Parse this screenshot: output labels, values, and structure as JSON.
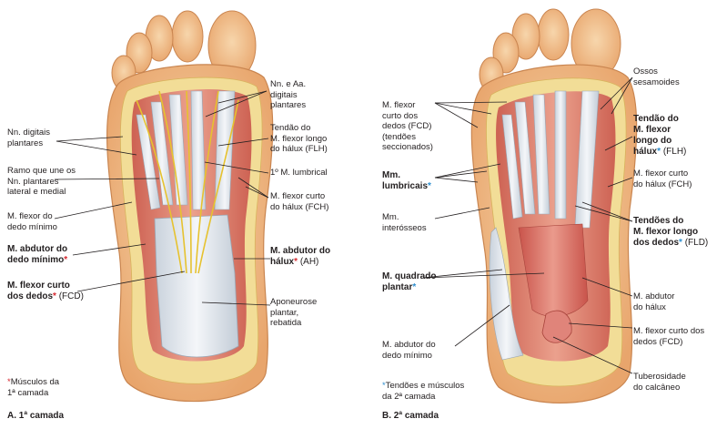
{
  "panel_a": {
    "caption": "A. 1ª camada",
    "labels": {
      "nn_aa_digitais": [
        "Nn. e Aa.",
        "digitais",
        "plantares"
      ],
      "nn_digitais": [
        "Nn. digitais",
        "plantares"
      ],
      "ramo": [
        "Ramo que une os",
        "Nn. plantares",
        "lateral e medial"
      ],
      "m_flexor_dedo_minimo": [
        "M. flexor do",
        "dedo mínimo"
      ],
      "m_abdutor_dedo_minimo": [
        "M. abdutor do",
        "dedo mínimo"
      ],
      "m_flexor_curto_dedos_1": "M. flexor curto",
      "m_flexor_curto_dedos_2": "dos dedos",
      "m_flexor_curto_dedos_abbr": "(FCD)",
      "tendao_flh": [
        "Tendão do",
        "M. flexor longo",
        "do hálux (FLH)"
      ],
      "lumbrical": "1º M. lumbrical",
      "fch": [
        "M. flexor curto",
        "do hálux (FCH)"
      ],
      "m_abdutor_halux_1": "M. abdutor do",
      "m_abdutor_halux_2": "hálux",
      "m_abdutor_halux_abbr": "(AH)",
      "aponeurose": [
        "Aponeurose",
        "plantar,",
        "rebatida"
      ]
    },
    "legend_star": "*",
    "legend_text": [
      "Músculos da",
      "1ª camada"
    ]
  },
  "panel_b": {
    "caption": "B. 2ª camada",
    "labels": {
      "ossos": [
        "Ossos",
        "sesamoides"
      ],
      "fcd": [
        "M. flexor",
        "curto dos",
        "dedos (FCD)",
        "(tendões",
        "seccionados)"
      ],
      "tendao_flh": [
        "Tendão do",
        "M. flexor",
        "longo do"
      ],
      "tendao_flh_last": "hálux",
      "tendao_flh_abbr": "(FLH)",
      "lumbricais": "Mm.",
      "lumbricais_2": "lumbricais",
      "fch": [
        "M. flexor curto",
        "do hálux (FCH)"
      ],
      "interosseos": [
        "Mm.",
        "interósseos"
      ],
      "tendoes_fld": [
        "Tendões do",
        "M. flexor longo"
      ],
      "tendoes_fld_last": "dos dedos",
      "tendoes_fld_abbr": "(FLD)",
      "quadrado": "M. quadrado",
      "quadrado_2": "plantar",
      "abdutor_halux": [
        "M. abdutor",
        "do hálux"
      ],
      "abdutor_dedo_minimo": [
        "M. abdutor do",
        "dedo mínimo"
      ],
      "flexor_curto_dedos": [
        "M. flexor curto dos",
        "dedos (FCD)"
      ],
      "tuberosidade": [
        "Tuberosidade",
        "do calcâneo"
      ]
    },
    "legend_star": "*",
    "legend_text": [
      "Tendões e músculos",
      "da 2ª camada"
    ]
  },
  "colors": {
    "skin": "#f2c79a",
    "skin_edge": "#d99a66",
    "fat": "#f4e2a0",
    "muscle": "#d7685c",
    "tendon": "#dde3ea",
    "nerve": "#e8c83a",
    "red_star": "#d7282f",
    "blue_star": "#2f8fcf"
  }
}
